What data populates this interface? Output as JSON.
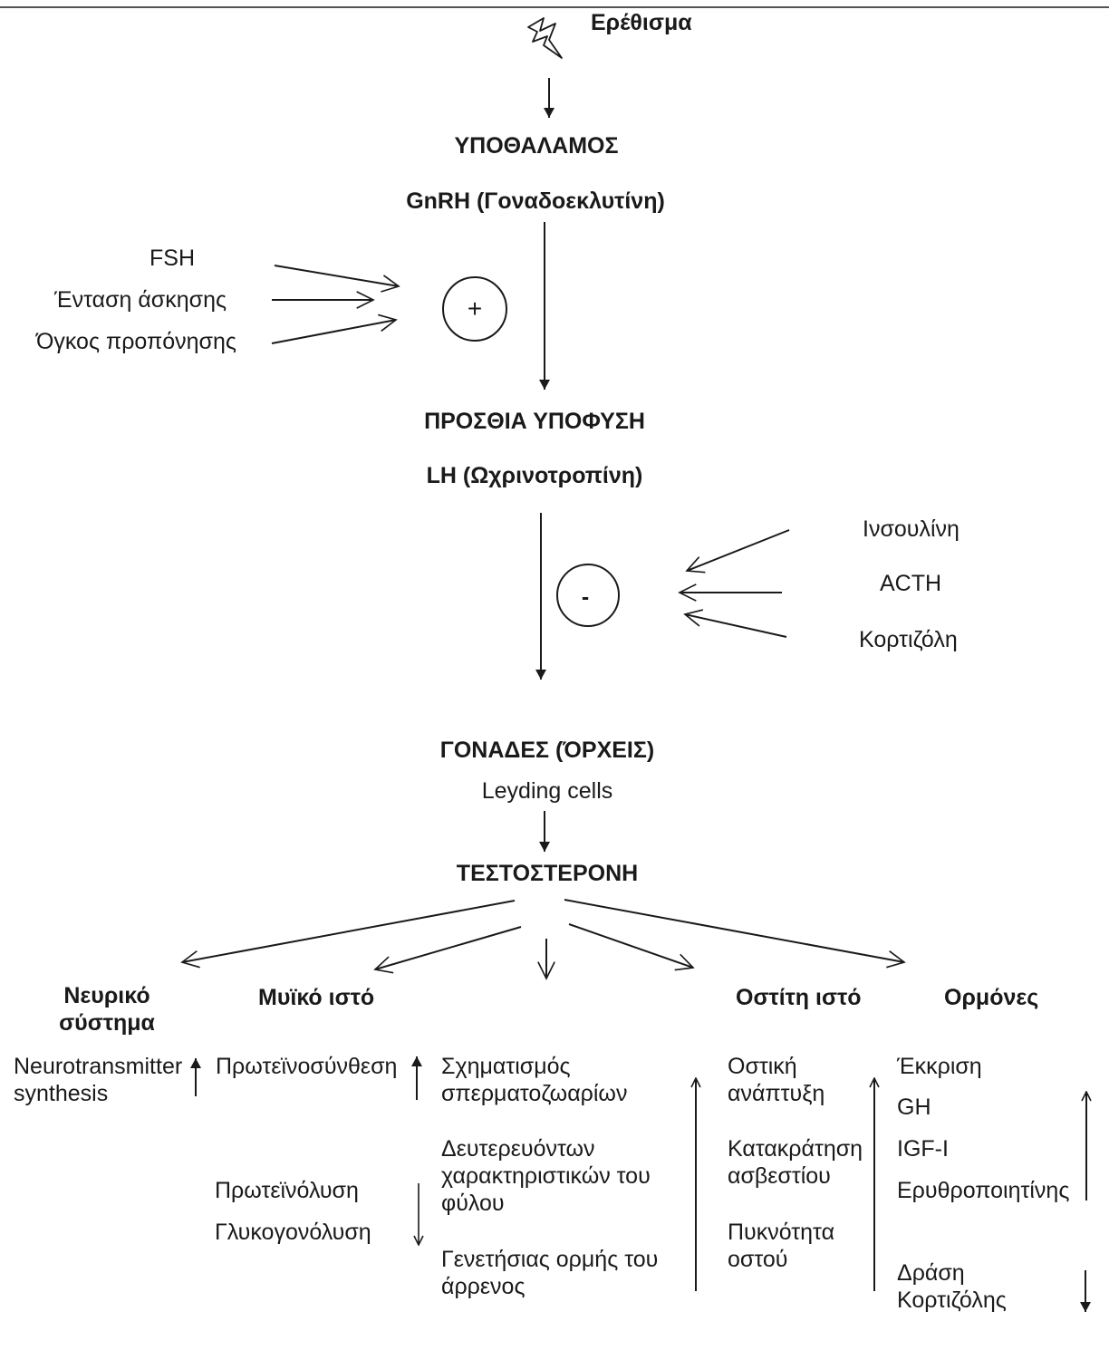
{
  "stimulus": "Ερέθισμα",
  "hypothalamus": "ΥΠΟΘΑΛΑΜΟΣ",
  "gnrh": "GnRH (Γοναδοεκλυτίνη)",
  "positive_factors": [
    "FSH",
    "Ένταση άσκησης",
    "Όγκος προπόνησης"
  ],
  "plus_sign": "+",
  "anterior_pituitary": "ΠΡΟΣΘΙΑ ΥΠΟΦΥΣΗ",
  "lh": "LH (Ωχρινοτροπίνη)",
  "negative_factors": [
    "Ινσουλίνη",
    "ACTH",
    "Κορτιζόλη"
  ],
  "minus_sign": "-",
  "gonads": "ΓΟΝΑΔΕΣ (ΌΡΧΕΙΣ)",
  "leydig": "Leyding cells",
  "testosterone": "ΤΕΣΤΟΣΤΕΡΟΝΗ",
  "categories": {
    "nervous": "Νευρικό σύστημα",
    "muscle": "Μυϊκό ιστό",
    "bone": "Οστίτη ιστό",
    "hormones": "Ορμόνες"
  },
  "effects": {
    "nervous": "Neurotransmitter synthesis",
    "muscle_up": "Πρωτεϊνοσύνθεση",
    "muscle_down": [
      "Πρωτεϊνόλυση",
      "Γλυκογονόλυση"
    ],
    "reproductive": [
      "Σχηματισμός σπερματοζωαρίων",
      "Δευτερευόντων χαρακτηριστικών του φύλου",
      "Γενετήσιας ορμής του άρρενος"
    ],
    "bone": [
      "Οστική ανάπτυξη",
      "Κατακράτηση ασβεστίου",
      "Πυκνότητα οστού"
    ],
    "hormones_up": [
      "Έκκριση",
      "GH",
      "IGF-I",
      "Ερυθροποιητίνης"
    ],
    "hormones_down": "Δράση Κορτιζόλης"
  },
  "colors": {
    "ink": "#1a1a1a",
    "background": "#ffffff"
  }
}
